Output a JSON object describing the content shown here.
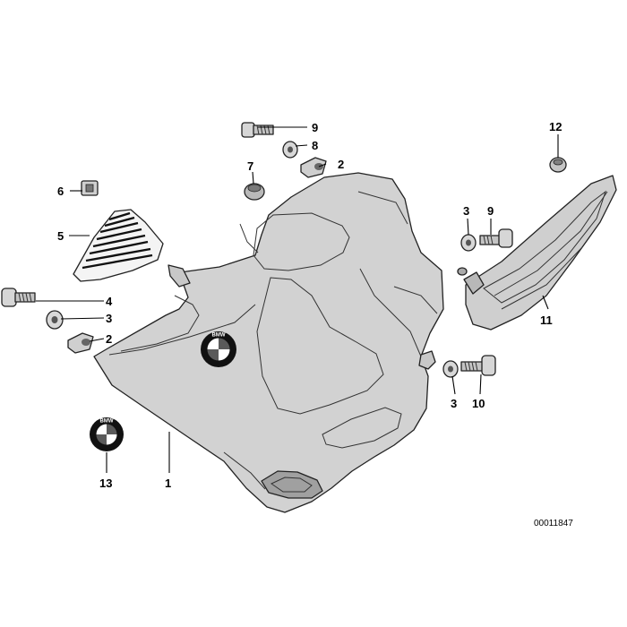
{
  "diagram": {
    "reference_number": "00011847",
    "callouts": {
      "c1": "1",
      "c2a": "2",
      "c2b": "2",
      "c3a": "3",
      "c3b": "3",
      "c3c": "3",
      "c4": "4",
      "c5": "5",
      "c6": "6",
      "c7": "7",
      "c8": "8",
      "c9a": "9",
      "c9b": "9",
      "c10": "10",
      "c11": "11",
      "c12": "12",
      "c13": "13"
    },
    "emblem": {
      "letters": "BMW",
      "colors": {
        "blue": "#5a5a5a",
        "white": "#ffffff",
        "ring": "#111111"
      }
    },
    "colors": {
      "part_fill": "#d4d4d4",
      "part_shadow": "#a8a8a8",
      "part_dark": "#8c8c8c",
      "line": "#000000"
    }
  }
}
